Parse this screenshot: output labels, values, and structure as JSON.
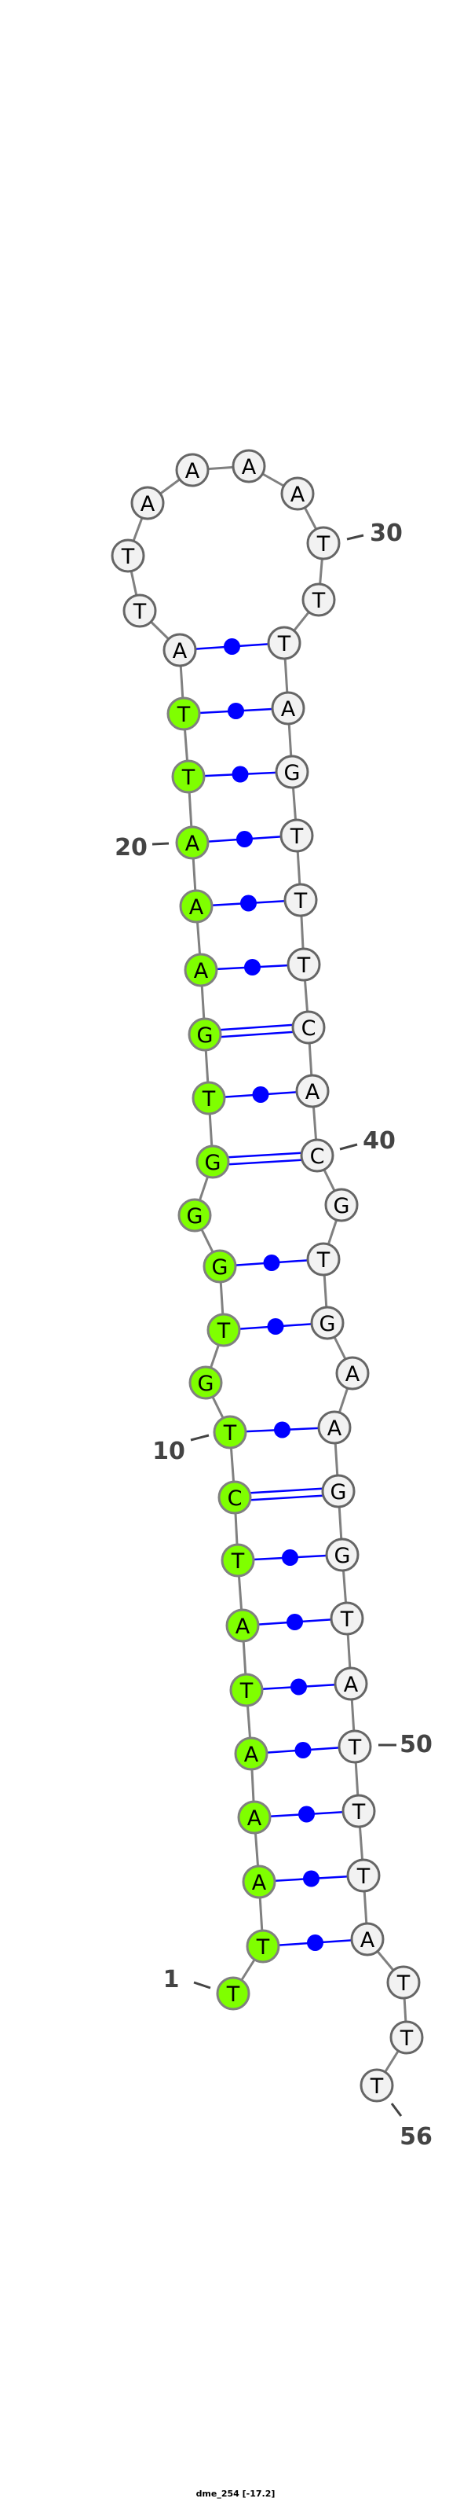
{
  "title": "dme_254 [-17.2]",
  "structure": {
    "sequence": "TTAAATATCTGTGGGTGAAATTATTAAAATTTAGTTTCACGTGAAGGTATTTATTT",
    "length": 56,
    "highlight_range": [
      1,
      22
    ],
    "pairs": [
      [
        2,
        53
      ],
      [
        3,
        52
      ],
      [
        4,
        51
      ],
      [
        5,
        50
      ],
      [
        6,
        49
      ],
      [
        7,
        48
      ],
      [
        8,
        47
      ],
      [
        9,
        46
      ],
      [
        10,
        45
      ],
      [
        12,
        43
      ],
      [
        13,
        42
      ],
      [
        15,
        40
      ],
      [
        16,
        39
      ],
      [
        17,
        38
      ],
      [
        18,
        37
      ],
      [
        19,
        36
      ],
      [
        20,
        35
      ],
      [
        21,
        34
      ],
      [
        22,
        33
      ],
      [
        23,
        32
      ]
    ],
    "gc_pairs": [
      [
        9,
        46
      ],
      [
        15,
        40
      ],
      [
        17,
        38
      ]
    ],
    "position_labels": [
      "1",
      "10",
      "20",
      "30",
      "40",
      "50",
      "56"
    ]
  },
  "colors": {
    "highlight_fill": "#7fff00",
    "default_fill": "#f2f2f2",
    "node_stroke": "#666666",
    "backbone": "#808080",
    "pair": "#0000ff",
    "label": "#444444"
  }
}
